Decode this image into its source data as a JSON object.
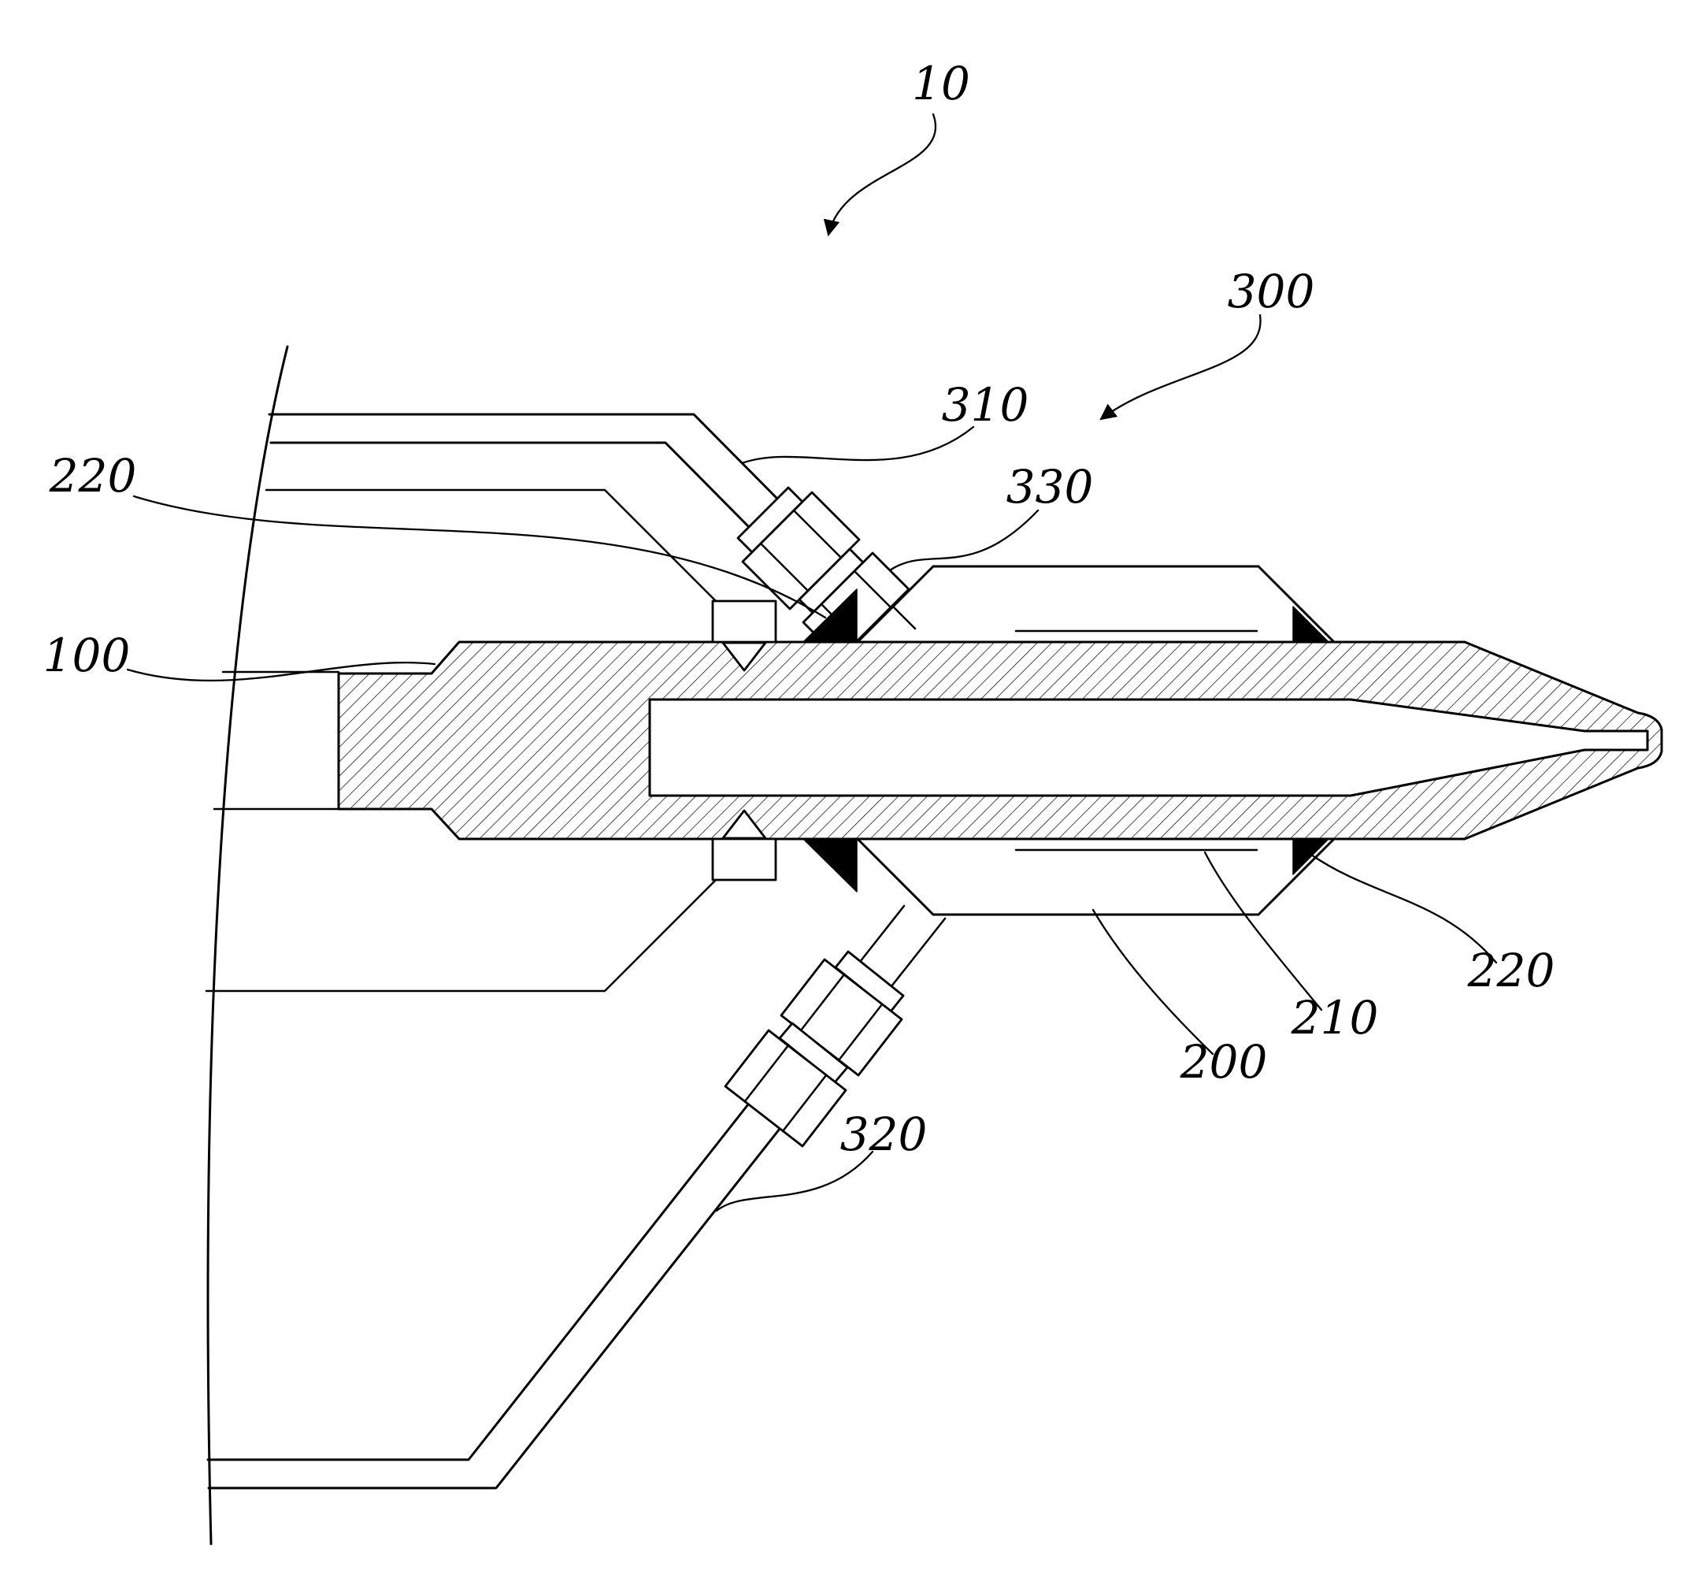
{
  "figure": {
    "kind": "patent-style cross-section drawing of a nozzle and fitting assembly",
    "background_color": "#ffffff",
    "line_color": "#000000",
    "labels": {
      "l10": "10",
      "l300": "300",
      "l310": "310",
      "l330": "330",
      "l220a": "220",
      "l100": "100",
      "l220b": "220",
      "l210": "210",
      "l200": "200",
      "l320": "320"
    }
  }
}
